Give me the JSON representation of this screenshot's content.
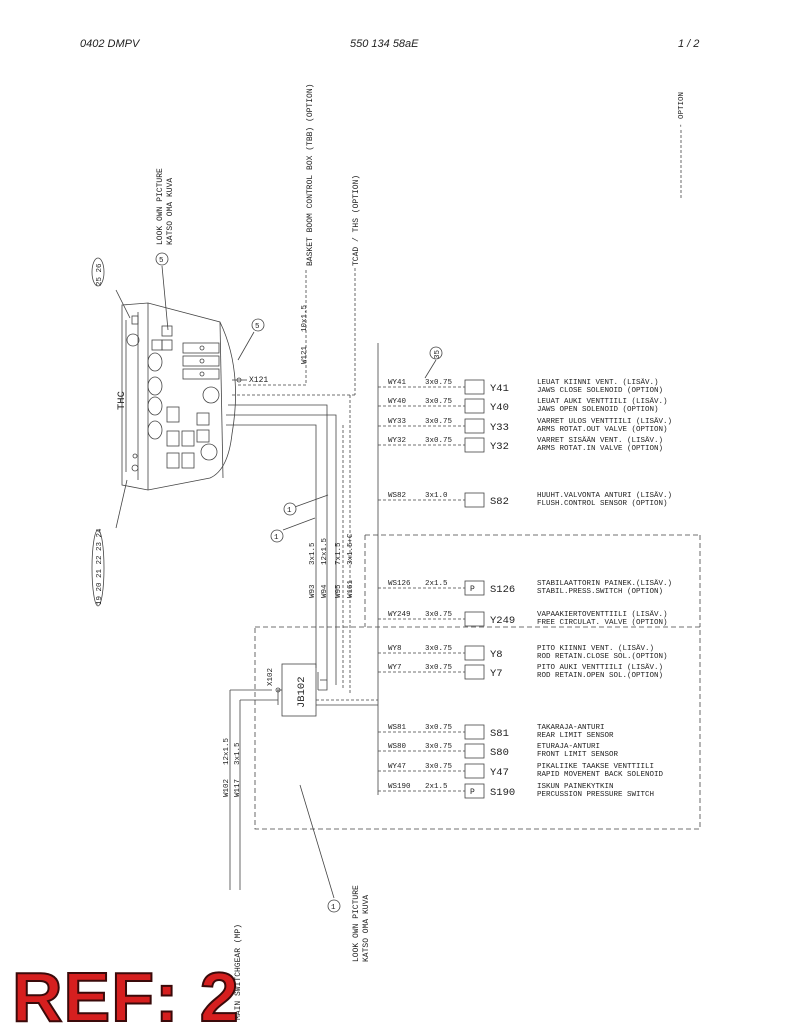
{
  "header": {
    "left": "0402 DMPV",
    "center": "550 134 58aE",
    "right": "1 /  2"
  },
  "legend": {
    "option": "- OPTION"
  },
  "notes": {
    "look_own_top": "LOOK OWN PICTURE",
    "katso_top": "KATSO OMA KUVA",
    "look_own_bottom": "LOOK OWN PICTURE",
    "katso_bottom": "KATSO OMA KUVA",
    "tbb": "BASKET BOOM CONTROL BOX (TBB) (OPTION)",
    "tcad": "TCAD / THS (OPTION)",
    "main_switch": "MAIN SWITCHGEAR (MP)"
  },
  "thc": {
    "label": "THC",
    "connector": "X121"
  },
  "junction": {
    "label": "JB102",
    "connector": "X102"
  },
  "bubbles": {
    "b_2526": "25 26",
    "b_5a": "5",
    "b_5b": "5",
    "b_35": "35",
    "b_1a": "1",
    "b_1b": "1",
    "b_1c": "1",
    "b_19_24": "19 20 21 22 23 24"
  },
  "cables": [
    {
      "id": "W121",
      "spec": "10x1.5"
    },
    {
      "id": "W93",
      "spec": "3x1.5"
    },
    {
      "id": "W94",
      "spec": "12x1.5"
    },
    {
      "id": "W95",
      "spec": "7x1.5"
    },
    {
      "id": "W161",
      "spec": "3x1.5+C"
    },
    {
      "id": "W102",
      "spec": "12x1.5"
    },
    {
      "id": "W117",
      "spec": "3x1.5"
    }
  ],
  "components": [
    {
      "wire": "WY41",
      "spec": "3x0.75",
      "code": "Y41",
      "p": "",
      "fi": "LEUAT KIINNI VENT. (LISÄV.)",
      "en": "JAWS CLOSE SOLENOID (OPTION)"
    },
    {
      "wire": "WY40",
      "spec": "3x0.75",
      "code": "Y40",
      "p": "",
      "fi": "LEUAT AUKI VENTTIILI (LISÄV.)",
      "en": "JAWS OPEN SOLENOID (OPTION)"
    },
    {
      "wire": "WY33",
      "spec": "3x0.75",
      "code": "Y33",
      "p": "",
      "fi": "VARRET ULOS VENTTIILI (LISÄV.)",
      "en": "ARMS ROTAT.OUT VALVE (OPTION)"
    },
    {
      "wire": "WY32",
      "spec": "3x0.75",
      "code": "Y32",
      "p": "",
      "fi": "VARRET SISÄÄN VENT. (LISÄV.)",
      "en": "ARMS ROTAT.IN VALVE (OPTION)"
    },
    {
      "wire": "WS82",
      "spec": "3x1.0",
      "code": "S82",
      "p": "",
      "fi": "HUUHT.VALVONTA ANTURI (LISÄV.)",
      "en": "FLUSH.CONTROL SENSOR (OPTION)"
    },
    {
      "wire": "WS126",
      "spec": "2x1.5",
      "code": "S126",
      "p": "P",
      "fi": "STABILAATTORIN PAINEK.(LISÄV.)",
      "en": "STABIL.PRESS.SWITCH (OPTION)"
    },
    {
      "wire": "WY249",
      "spec": "3x0.75",
      "code": "Y249",
      "p": "",
      "fi": "VAPAAKIERTOVENTTIILI (LISÄV.)",
      "en": "FREE CIRCULAT. VALVE (OPTION)"
    },
    {
      "wire": "WY8",
      "spec": "3x0.75",
      "code": "Y8",
      "p": "",
      "fi": "PITO KIINNI VENT. (LISÄV.)",
      "en": "ROD RETAIN.CLOSE SOL.(OPTION)"
    },
    {
      "wire": "WY7",
      "spec": "3x0.75",
      "code": "Y7",
      "p": "",
      "fi": "PITO AUKI VENTTIILI (LISÄV.)",
      "en": "ROD RETAIN.OPEN SOL.(OPTION)"
    },
    {
      "wire": "WS81",
      "spec": "3x0.75",
      "code": "S81",
      "p": "",
      "fi": "TAKARAJA-ANTURI",
      "en": "REAR LIMIT SENSOR"
    },
    {
      "wire": "WS80",
      "spec": "3x0.75",
      "code": "S80",
      "p": "",
      "fi": "ETURAJA-ANTURI",
      "en": "FRONT LIMIT SENSOR"
    },
    {
      "wire": "WY47",
      "spec": "3x0.75",
      "code": "Y47",
      "p": "",
      "fi": "PIKALIIKE TAAKSE VENTTIILI",
      "en": "RAPID MOVEMENT BACK SOLENOID"
    },
    {
      "wire": "WS190",
      "spec": "2x1.5",
      "code": "S190",
      "p": "P",
      "fi": "ISKUN PAINEKYTKIN",
      "en": "PERCUSSION PRESSURE SWITCH"
    }
  ],
  "stamp": {
    "ref": "REF: 2"
  }
}
